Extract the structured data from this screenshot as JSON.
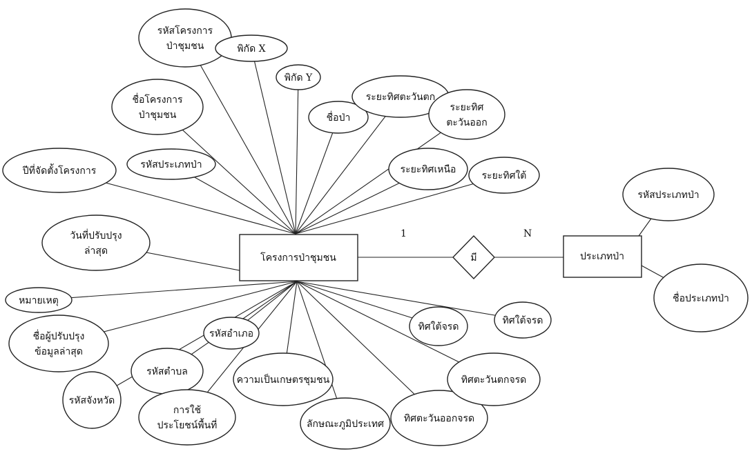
{
  "entities": {
    "project": "โครงการป่าชุมชน",
    "forest_type": "ประเภทป่า"
  },
  "relationship": {
    "label": "มี",
    "card_left": "1",
    "card_right": "N"
  },
  "project_attributes": [
    [
      "รหัสโครงการ",
      "ป่าชุมชน"
    ],
    [
      "พิกัด X"
    ],
    [
      "พิกัด Y"
    ],
    [
      "ชื่อโครงการ",
      "ป่าชุมชน"
    ],
    [
      "ชื่อป่า"
    ],
    [
      "ระยะทิศตะวันตก"
    ],
    [
      "ระยะทิศ",
      "ตะวันออก"
    ],
    [
      "รหัสประเภทป่า"
    ],
    [
      "ปีที่จัดตั้งโครงการ"
    ],
    [
      "ระยะทิศเหนือ"
    ],
    [
      "ระยะทิศใต้"
    ],
    [
      "วันที่ปรับปรุง",
      "ล่าสุด"
    ],
    [
      "หมายเหตุ"
    ],
    [
      "ชื่อผู้ปรับปรุง",
      "ข้อมูลล่าสุด"
    ],
    [
      "รหัสอำเภอ"
    ],
    [
      "รหัสตำบล"
    ],
    [
      "รหัสจังหวัด"
    ],
    [
      "ความเป็นเกษตรชุมชน"
    ],
    [
      "การใช้",
      "ประโยชน์พื้นที่"
    ],
    [
      "ลักษณะภูมิประเทศ"
    ],
    [
      "ทิศตะวันออกจรด"
    ],
    [
      "ทิศตะวันตกจรด"
    ],
    [
      "ทิศใต้จรด"
    ],
    [
      "ทิศใต้จรด"
    ]
  ],
  "forest_type_attributes": [
    [
      "รหัสประเภทป่า"
    ],
    [
      "ชื่อประเภทป่า"
    ]
  ]
}
